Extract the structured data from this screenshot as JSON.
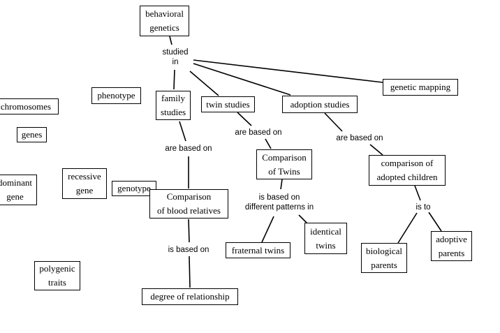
{
  "concepts": {
    "behavioral_genetics": "behavioral\ngenetics",
    "phenotype": "phenotype",
    "chromosomes": "chromosomes",
    "genes": "genes",
    "family_studies": "family\nstudies",
    "twin_studies": "twin studies",
    "adoption_studies": "adoption studies",
    "genetic_mapping": "genetic mapping",
    "comparison_of_twins": "Comparison\nof Twins",
    "comparison_of_adopted_children": "comparison of\nadopted children",
    "dominant_gene": "dominant\ngene",
    "recessive_gene": "recessive\ngene",
    "genotype": "genotype",
    "comparison_of_blood_relatives": "Comparison\nof blood relatives",
    "identical_twins": "identical\ntwins",
    "fraternal_twins": "fraternal twins",
    "biological_parents": "biological\nparents",
    "adoptive_parents": "adoptive\nparents",
    "polygenic_traits": "polygenic\ntraits",
    "degree_of_relationship": "degree of relationship"
  },
  "linking_phrases": {
    "studied_in": "studied\nin",
    "are_based_on_family": "are based on",
    "are_based_on_twin": "are based on",
    "are_based_on_adoption": "are based on",
    "is_based_on_different_patterns": "is based on\ndifferent patterns in",
    "is_to": "is to",
    "is_based_on": "is based on"
  }
}
